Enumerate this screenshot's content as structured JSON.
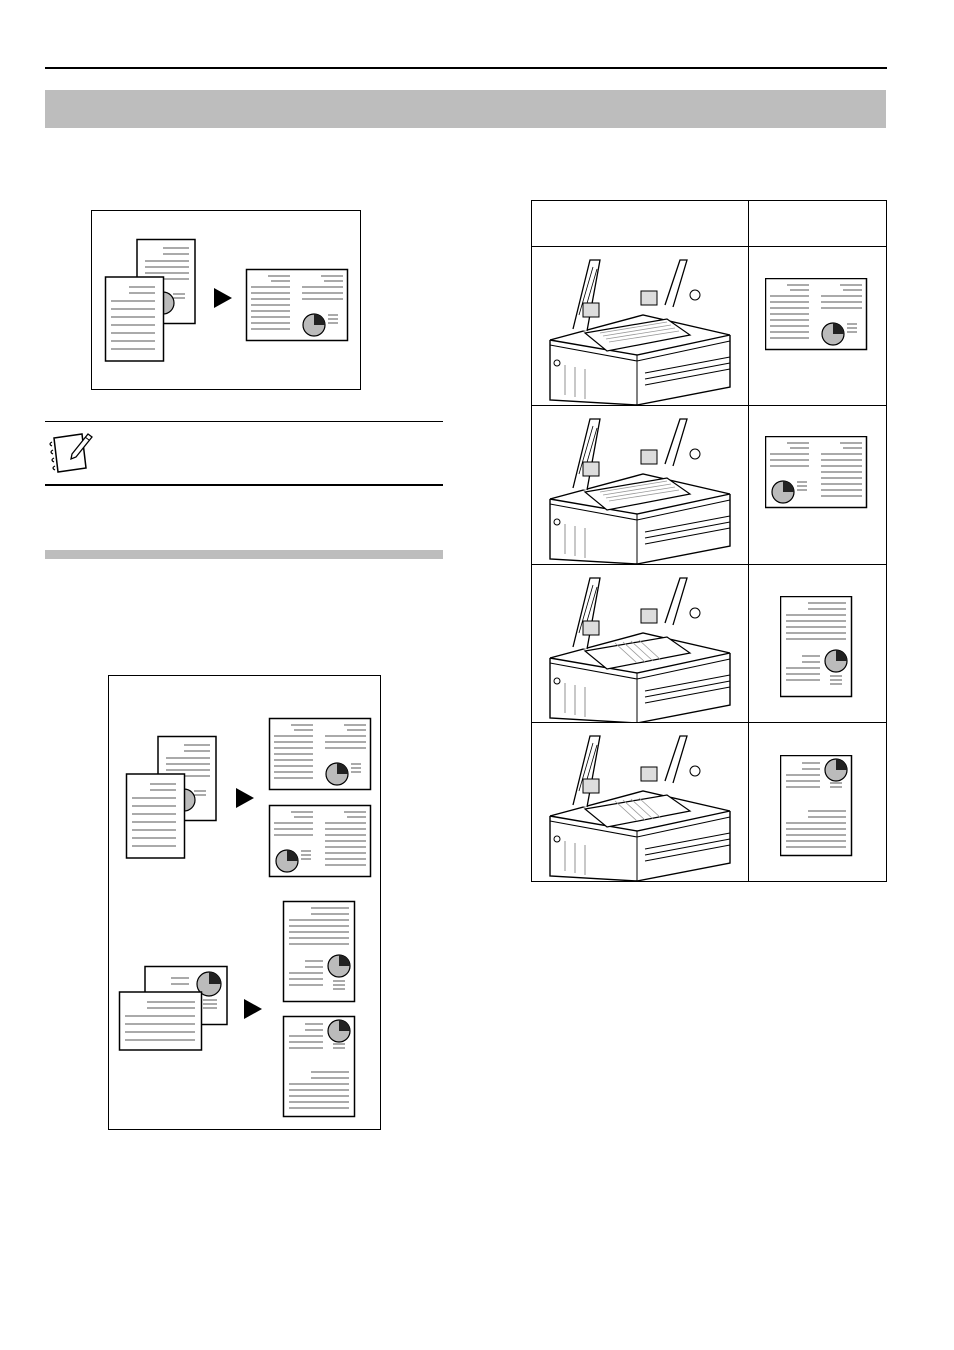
{
  "page": {
    "accent_gray": "#bdbdbd",
    "section_title": "",
    "subsection_title": "",
    "note_text": ""
  },
  "table": {
    "header_left": "",
    "header_right": "",
    "rows": [
      {
        "scanner": "scanner-landscape-top",
        "result": "landscape-chart-bottom-right"
      },
      {
        "scanner": "scanner-landscape-bottom",
        "result": "landscape-chart-bottom-left"
      },
      {
        "scanner": "scanner-portrait-top",
        "result": "portrait-chart-right"
      },
      {
        "scanner": "scanner-portrait-bottom",
        "result": "portrait-chart-top"
      }
    ]
  },
  "icons": {
    "note": "notepad-pencil-icon",
    "arrow": "play-arrow-icon"
  }
}
